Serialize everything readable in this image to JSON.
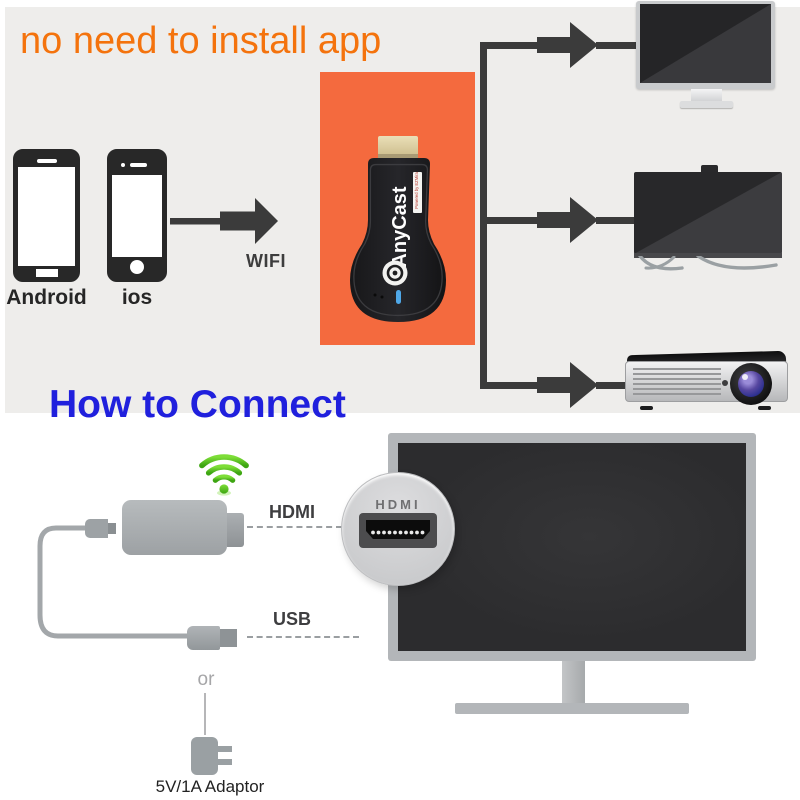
{
  "header": {
    "headline": "no need to install app"
  },
  "pairing": {
    "android_label": "Android",
    "ios_label": "ios",
    "wifi_label": "WIFI",
    "dongle_brand": "AnyCast",
    "dongle_side_label": "Powered by EZMira"
  },
  "connect": {
    "title": "How to Connect",
    "hdmi_label": "HDMI",
    "usb_label": "USB",
    "or_label": "or",
    "adaptor_label": "5V/1A Adaptor",
    "hdmi_port_logo": "HDMI"
  },
  "icons": [
    "android-phone-icon",
    "ios-phone-icon",
    "wifi-arrow-icon",
    "anycast-dongle-icon",
    "monitor-icon",
    "tv-icon",
    "projector-icon",
    "wifi-signal-icon",
    "usb-plug-icon",
    "hdmi-port-icon",
    "power-adaptor-icon"
  ],
  "colors": {
    "headline_orange": "#f4730d",
    "title_blue": "#2020dd",
    "accent_orange": "#f46a3e",
    "connector_dark": "#3b3b3b",
    "wifi_green": "#55c01e",
    "device_gray": "#a9adb0"
  }
}
